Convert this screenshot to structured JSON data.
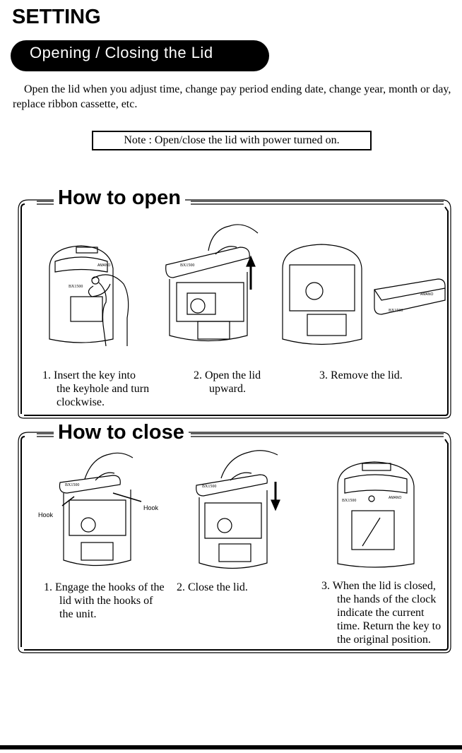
{
  "page": {
    "title": "SETTING",
    "section_pill": "Opening / Closing the Lid",
    "intro": "Open the lid when you adjust time, change pay period ending date, change year, month or day, replace ribbon cassette, etc.",
    "note": "Note : Open/close the lid with power turned on."
  },
  "open_section": {
    "heading": "How to open",
    "steps": [
      {
        "number": "1.",
        "line1": "Insert the key into",
        "line2": "the keyhole and turn",
        "line3": "clockwise."
      },
      {
        "number": "2.",
        "line1": "Open the lid",
        "line2": "upward."
      },
      {
        "number": "3.",
        "line1": "Remove the lid."
      }
    ]
  },
  "close_section": {
    "heading": "How to close",
    "hook_labels": [
      "Hook",
      "Hook"
    ],
    "steps": [
      {
        "number": "1.",
        "line1": "Engage the hooks of the",
        "line2": "lid with the hooks of",
        "line3": "the unit."
      },
      {
        "number": "2.",
        "line1": "Close the lid."
      },
      {
        "number": "3.",
        "line1": "When the lid is closed,",
        "line2": "the hands of the clock",
        "line3": "indicate the current",
        "line4": "time. Return the key to",
        "line5": "the original position."
      }
    ]
  },
  "illustration_brand": "BX1500"
}
